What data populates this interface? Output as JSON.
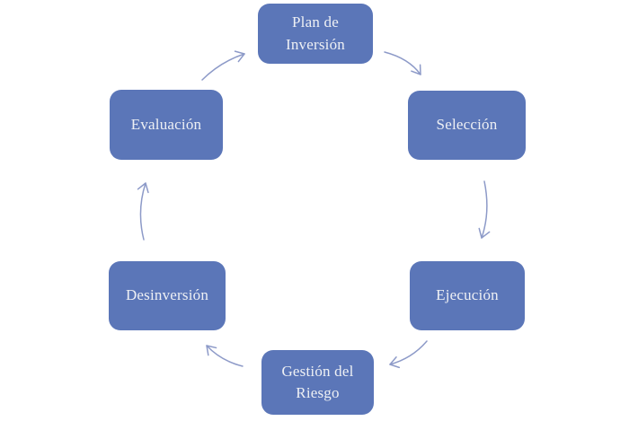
{
  "diagram": {
    "type": "cycle",
    "background": "#ffffff",
    "colors": {
      "node_fill": "#5b76b8",
      "node_text": "#eef0f4",
      "arrow": "#8d9ac8"
    },
    "nodes": [
      {
        "id": "plan-de-inversion",
        "label": "Plan de Inversión"
      },
      {
        "id": "seleccion",
        "label": "Selección"
      },
      {
        "id": "ejecucion",
        "label": "Ejecución"
      },
      {
        "id": "gestion-del-riesgo",
        "label": "Gestión del Riesgo"
      },
      {
        "id": "desinversion",
        "label": "Desinversión"
      },
      {
        "id": "evaluacion",
        "label": "Evaluación"
      }
    ],
    "edges": [
      {
        "from": "Plan de Inversión",
        "to": "Selección"
      },
      {
        "from": "Selección",
        "to": "Ejecución"
      },
      {
        "from": "Ejecución",
        "to": "Gestión del Riesgo"
      },
      {
        "from": "Gestión del Riesgo",
        "to": "Desinversión"
      },
      {
        "from": "Desinversión",
        "to": "Evaluación"
      },
      {
        "from": "Evaluación",
        "to": "Plan de Inversión"
      }
    ]
  }
}
